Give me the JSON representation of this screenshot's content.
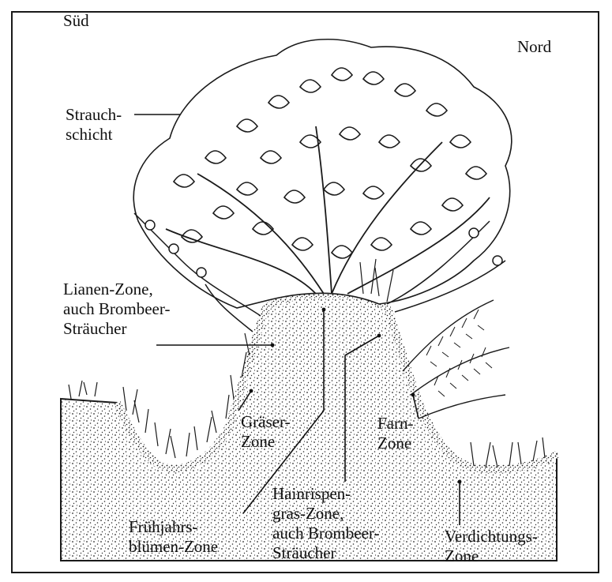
{
  "labels": {
    "south": "Süd",
    "north": "Nord",
    "shrub_layer": [
      "Strauch-",
      "schicht"
    ],
    "liana_zone": [
      "Lianen-Zone,",
      "auch Brombeer-",
      "Sträucher"
    ],
    "grass_zone": [
      "Gräser-",
      "Zone"
    ],
    "fern_zone": [
      "Farn-",
      "Zone"
    ],
    "hainrispen_zone": [
      "Hainrispen-",
      "gras-Zone,",
      "auch Brombeer-",
      "Sträucher"
    ],
    "spring_flower_zone": [
      "Frühjahrs-",
      "blümen-Zone"
    ],
    "compaction_zone": [
      "Verdichtungs-",
      "Zone"
    ]
  },
  "colors": {
    "ink": "#111111",
    "soil_dot": "#2a2a2a",
    "paper": "#ffffff"
  }
}
